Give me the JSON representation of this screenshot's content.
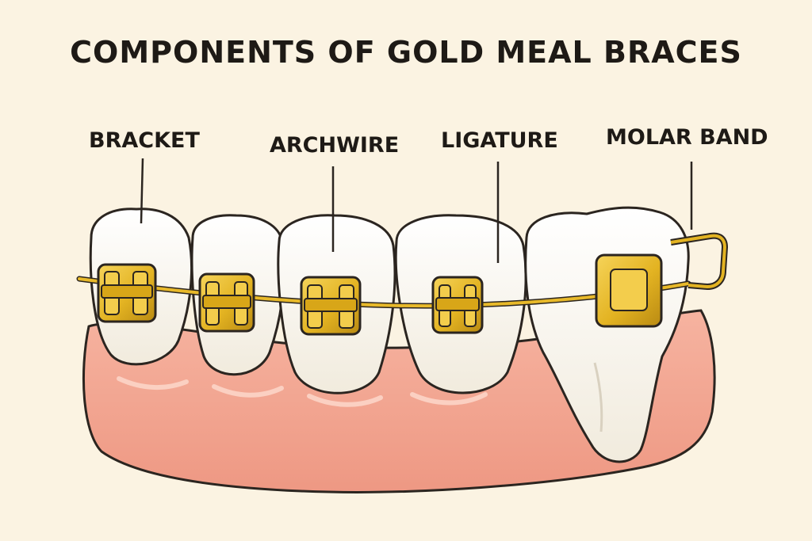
{
  "title": "COMPONENTS OF GOLD MEAL BRACES",
  "labels": {
    "bracket": "BRACKET",
    "archwire": "ARCHWIRE",
    "ligature": "LIGATURE",
    "molar_band": "MOLAR BAND"
  },
  "colors": {
    "background": "#fbf3e2",
    "gum": "#f2a08a",
    "tooth": "#fbf8f1",
    "gold": "#e3b322",
    "outline": "#2b2520"
  }
}
